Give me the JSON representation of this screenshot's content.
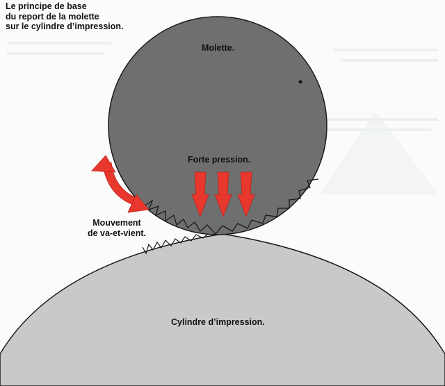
{
  "title_lines": [
    "Le principe de base",
    "du report de la molette",
    "sur le cylindre d’impression."
  ],
  "labels": {
    "molette": "Molette.",
    "pressure": "Forte pression.",
    "motion_lines": [
      "Mouvement",
      "de va-et-vient."
    ],
    "cylinder": "Cylindre d’impression."
  },
  "colors": {
    "molette_fill": "#6f6f6f",
    "cylinder_fill": "#c9c9c9",
    "arrow": "#e8382e",
    "outline": "#1a1a1a"
  },
  "icons": [
    "pressure-arrow-icon",
    "double-arrow-icon"
  ]
}
